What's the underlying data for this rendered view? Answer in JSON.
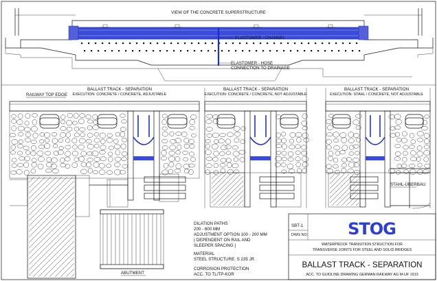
{
  "view_title": "VIEW OF THE CONCRETE SUPERSTRUCTURE",
  "labels": {
    "elastomer_channel": "ELASTOMER - CHANNEL",
    "elastomer_hose": "ELASTOMER - HOSE",
    "connection_drainage": "CONNECTION TO DRAINAGE",
    "railway_top_edge": "RAILWAY TOP EDGE",
    "stahl_ueberbau": "STAHL-ÜBERBAU",
    "abutment": "ABUTMENT"
  },
  "sections": [
    {
      "title": "BALLAST TRACK - SEPARATION",
      "subtitle": "EXECUTION: CONCRETE / CONCRETE, ADJUSTABLE"
    },
    {
      "title": "BALLAST TRACK - SEPARATION",
      "subtitle": "EXECUTION: CONCRETE / CONCRETE, NOT ADJUSTABLE"
    },
    {
      "title": "BALLAST TRACK - SEPARATION",
      "subtitle": "EXECUTION: STAHL / CONCRETE, NOT ADJUSTABLE"
    }
  ],
  "notes": [
    "DILATION PATHS",
    "200 - 600 MM",
    "ADJUSTMENT OPTION 100 - 200 MM",
    "( DEPENDENT ON RAIL AND",
    "SLEEPER SPACING )",
    "MATERIAL",
    "STEEL STRUCTURE: S 235 JR",
    "CORROSION PROTECTION",
    "ACC. TO  TL/TP-KOR"
  ],
  "title_block": {
    "code": "SBT-1",
    "dwg_label": "DWG NO.",
    "logo": "STOG",
    "description_line1": "WATERPROOF  TRANSITION STRUCTION  FOR",
    "description_line2": "TRANSVERSE JOINTS FOR STEEL AND SOLID BRIDGES",
    "main_title": "BALLAST TRACK - SEPARATION",
    "footer_line": "ACC. TO GUIDLINE DRAWING GERMAN  RAILWAY AG   M-UF 1913"
  },
  "colors": {
    "accent": "#1a2fd0",
    "channel_fill": "#3a4bd8",
    "line": "#111111"
  }
}
